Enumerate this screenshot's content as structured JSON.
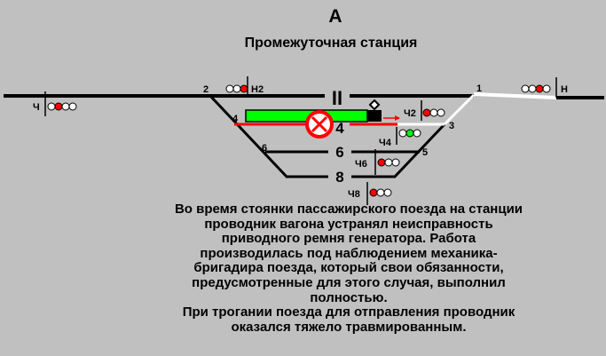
{
  "header": {
    "letter": "А",
    "title": "Промежуточная станция"
  },
  "tracks": {
    "main": "II",
    "t4": "4",
    "t6": "6",
    "t8": "8"
  },
  "switches": {
    "s1": "1",
    "s2": "2",
    "s3": "3",
    "s4": "4",
    "s5": "5",
    "s6": "6"
  },
  "signals": {
    "ch": "Ч",
    "n2": "Н2",
    "n": "Н",
    "ch2": "Ч2",
    "ch4": "Ч4",
    "ch6": "Ч6",
    "ch8": "Ч8"
  },
  "colors": {
    "bg": "#c0c0c0",
    "red": "#ff0000",
    "green": "#00ff00",
    "track": "#000000",
    "route": "#ffffff"
  },
  "story": [
    "Во время стоянки пассажирского поезда на станции",
    "проводник вагона устранял неисправность",
    "приводного ремня генератора. Работа",
    "производилась под наблюдением механика-",
    "бригадира поезда, который свои обязанности,",
    "предусмотренные для этого случая, выполнил",
    "полностью.",
    "При трогании поезда для отправления проводник",
    "оказался тяжело травмированным."
  ]
}
